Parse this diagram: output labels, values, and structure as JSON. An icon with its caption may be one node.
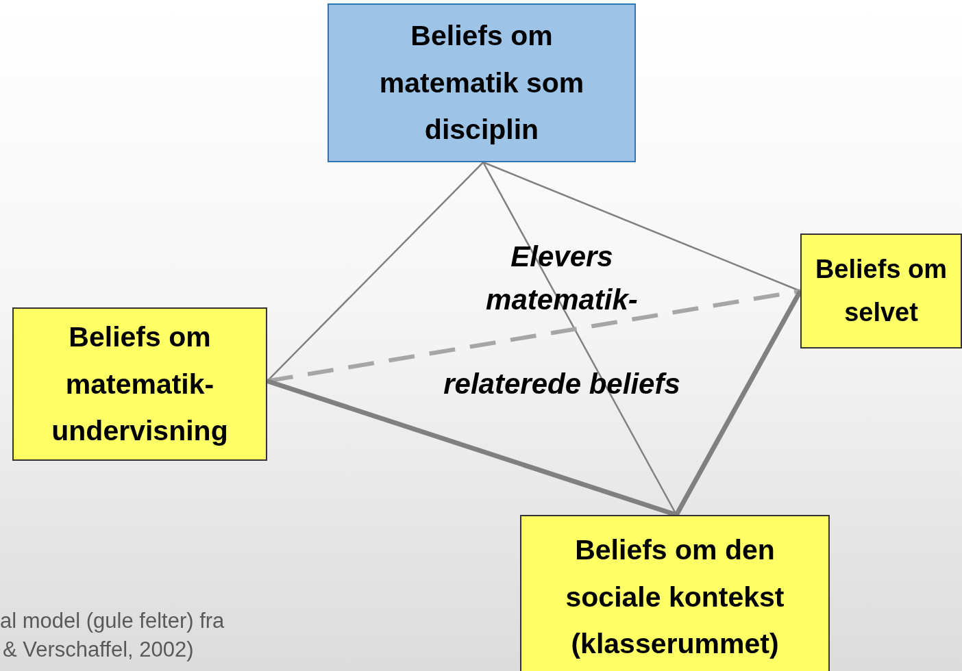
{
  "diagram": {
    "nodes": [
      {
        "text": [
          "Beliefs om matematik som disciplin"
        ]
      },
      {
        "text": [
          "Beliefs om selvet"
        ]
      },
      {
        "text": [
          "Beliefs om matematik- undervisning"
        ]
      },
      {
        "text": [
          "Beliefs om den sociale kontekst (klasserummet)"
        ]
      }
    ],
    "edges": [
      {
        "from": 0,
        "to": 2,
        "arrow": "none"
      },
      {
        "from": 0,
        "to": 1,
        "arrow": "none"
      },
      {
        "from": 0,
        "to": 3,
        "arrow": "none"
      },
      {
        "from": 2,
        "to": 1,
        "arrow": "none",
        "style": "dashed",
        "color": "#a6a6a6"
      },
      {
        "from": 2,
        "to": 3,
        "arrow": "none",
        "style": "thick"
      },
      {
        "from": 1,
        "to": 3,
        "arrow": "none",
        "style": "thick"
      }
    ],
    "labels": [
      "Elevers matematik-",
      "relaterede beliefs",
      "al model (gule felter) fra",
      "& Verschaffel, 2002)"
    ]
  }
}
